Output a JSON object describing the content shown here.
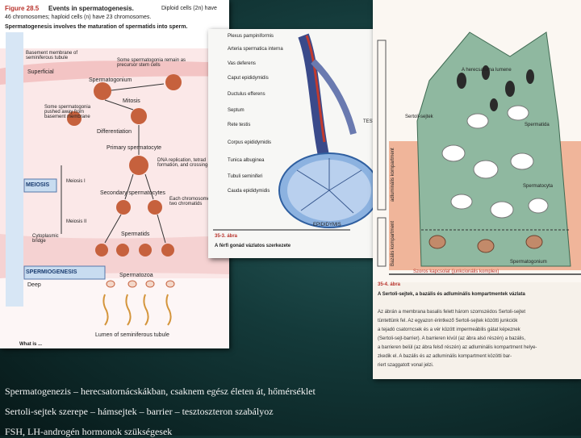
{
  "panel1": {
    "figure_label": "Figure 28.5",
    "title": "Events in spermatogenesis.",
    "subtitle_a": "Diploid cells (2n) have",
    "subtitle_b": "46 chromosomes; haploid cells (n) have 23 chromosomes.",
    "subtitle_c": "Spermatogenesis involves the maturation of spermatids into sperm.",
    "basement_membrane": "Basement membrane of seminiferous tubule",
    "superficial": "Superficial",
    "stem_note": "Some spermatogonia remain as precursor stem cells",
    "spermatogonium": "Spermatogonium",
    "pushed_note": "Some spermatogonia pushed away from basement membrane",
    "mitosis": "Mitosis",
    "differentiation": "Differentiation",
    "primary": "Primary spermatocyte",
    "dna_note": "DNA replication, tetrad formation, and crossing-over",
    "meiosis_i": "Meiosis I",
    "meiosis_box": "MEIOSIS",
    "secondary": "Secondary spermatocytes",
    "each_chrom": "Each chromosome has two chromatids",
    "meiosis_ii": "Meiosis II",
    "cytoplasmic": "Cytoplasmic bridge",
    "spermatids": "Spermatids",
    "spermiogenesis_box": "SPERMIOGENESIS",
    "deep": "Deep",
    "spermatozoa": "Spermatozoa",
    "lumen": "Lumen of seminiferous tubule",
    "footer": "What is ..."
  },
  "panel2": {
    "labels": [
      "Plexus pampiniformis",
      "Arteria spermatica interna",
      "Vas deferens",
      "Caput epididymidis",
      "Ductulus efferens",
      "Septum",
      "Rete testis",
      "Corpus epididymidis",
      "Tunica albuginea",
      "Tubuli seminiferi",
      "Cauda epididymidis"
    ],
    "testis": "TESTIS",
    "epididymis": "EPIDIDYMIS",
    "fig_no": "35-3. ábra",
    "fig_caption": "A férfi gonád vázlatos szerkezete"
  },
  "panel3": {
    "lumen": "A herecsatorna lumene",
    "sertoli": "Sertoli-sejtek",
    "spermatida": "Spermatida",
    "adluminal": "adluminális kompartment",
    "spermatocyta": "Spermatocyta",
    "basal": "Bazális kompartment",
    "spermatogonium": "Spermatogonium",
    "tight": "Szoros kapcsolat (junkcionális komplex)",
    "fig_no": "35-4. ábra",
    "fig_title": "A Sertoli-sejtek, a bazális és adluminális kompartmentek vázlata",
    "body": [
      "Az ábrán a membrana basalis felett három szomszédos Sertoli-sejtet",
      "tüntettünk fel. Az egyazon érintkező Sertoli-sejtek közötti junkciók",
      "a tejadó csatorncsek és a vér között impermeábilis gátat képeznek",
      "(Sertoli-sejt-barrier). A barrieren kívül (az ábra alsó részén) a bazális,",
      "a barrieren belül (az ábra felső részén) az adluminális kompartment helye-",
      "zkedik el. A bazális és az adluminális kompartment közötti bar-",
      "riert szaggatott vonal jelzi."
    ]
  },
  "captions": [
    "Spermatogenezis – herecsatornácskákban, csaknem egész életen át,  hőmérséklet",
    "Sertoli-sejtek szerepe – hámsejtek – barrier – tesztoszteron szabályoz",
    "FSH, LH-androgén hormonok szükségesek"
  ],
  "colors": {
    "bg": "#143a3a",
    "cell": "#c6613d",
    "pink": "#f2c6c6",
    "blue": "#2f5fa0",
    "sertoli": "#8fb8a0"
  }
}
